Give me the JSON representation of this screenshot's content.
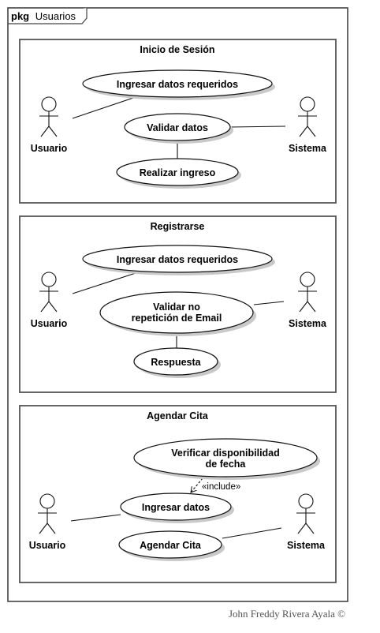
{
  "package": {
    "keyword": "pkg",
    "name": "Usuarios"
  },
  "sections": [
    {
      "title": "Inicio de Sesión",
      "actors": [
        "Usuario",
        "Sistema"
      ],
      "use_cases": [
        "Ingresar datos requeridos",
        "Validar datos",
        "Realizar ingreso"
      ]
    },
    {
      "title": "Registrarse",
      "actors": [
        "Usuario",
        "Sistema"
      ],
      "use_cases": [
        [
          "Validar no",
          "repetición de Email"
        ],
        "Ingresar datos requeridos",
        "Respuesta"
      ]
    },
    {
      "title": "Agendar Cita",
      "actors": [
        "Usuario",
        "Sistema"
      ],
      "use_cases": [
        [
          "Verificar disponibilidad",
          "de fecha"
        ],
        "Ingresar datos",
        "Agendar Cita"
      ],
      "include_label": "«include»"
    }
  ],
  "author": "John Freddy Rivera Ayala ©"
}
